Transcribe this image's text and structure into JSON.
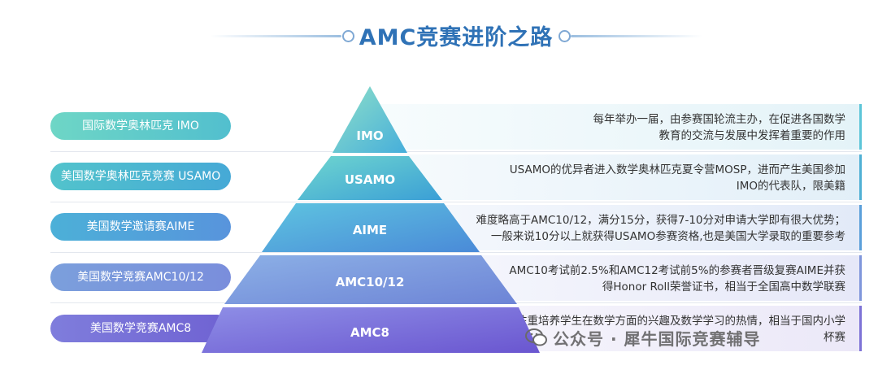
{
  "title": "AMC竞赛进阶之路",
  "levels": [
    {
      "pill": "国际数学奥林匹克 IMO",
      "tier": "IMO",
      "desc_line1": "每年举办一届，由参赛国轮流主办，在促进各国数学",
      "desc_line2": "教育的交流与发展中发挥着重要的作用"
    },
    {
      "pill": "美国数学奥林匹克竞赛 USAMO",
      "tier": "USAMO",
      "desc_line1": "USAMO的优异者进入数学奥林匹克夏令营MOSP，进而产生美国参加",
      "desc_line2": "IMO的代表队，限美籍"
    },
    {
      "pill": "美国数学邀请赛AIME",
      "tier": "AIME",
      "desc_line1": "难度略高于AMC10/12，满分15分，获得7-10分对申请大学即有很大优势；",
      "desc_line2": "一般来说10分以上就获得USAMO参赛资格,也是美国大学录取的重要参考"
    },
    {
      "pill": "美国数学竞赛AMC10/12",
      "tier": "AMC10/12",
      "desc_line1": "AMC10考试前2.5%和AMC12考试前5%的参赛者晋级复赛AIME并获",
      "desc_line2": "得Honor Roll荣誉证书，相当于全国高中数学联赛"
    },
    {
      "pill": "美国数学竞赛AMC8",
      "tier": "AMC8",
      "desc_line1": "注重培养学生在数学方面的兴趣及数学学习的热情，相当于国内小学",
      "desc_line2": "杯赛"
    }
  ],
  "watermark": {
    "text": "公众号 · 犀牛国际竞赛辅导",
    "icon": "wechat-icon"
  },
  "colors": {
    "title": "#2f72b6",
    "pill_1": "#59c9c4",
    "pill_2": "#4bb3d3",
    "pill_3": "#4f9fd8",
    "pill_4": "#7c98dc",
    "pill_5": "#7a71d6"
  }
}
